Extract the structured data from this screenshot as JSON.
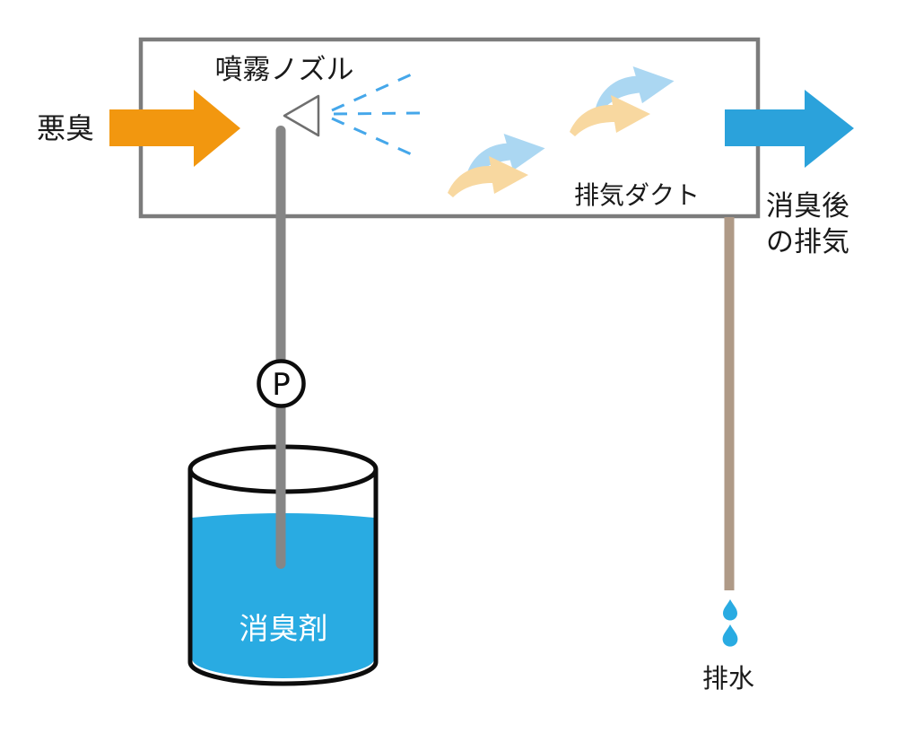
{
  "diagram": {
    "labels": {
      "odor_in": "悪臭",
      "spray_nozzle": "噴霧ノズル",
      "exhaust_duct": "排気ダクト",
      "clean_exhaust_line1": "消臭後",
      "clean_exhaust_line2": "の排気",
      "pump": "P",
      "deodorant": "消臭剤",
      "drain_water": "排水"
    },
    "colors": {
      "odor_arrow": "#F2970F",
      "clean_exhaust_arrow": "#2BA2DB",
      "liquid_blue": "#29ABE2",
      "spray_mist": "#45A7EA",
      "swirl_blue": "#ABD7F2",
      "swirl_orange": "#F8D8A0",
      "supply_pipe_gray": "#868686",
      "drain_pipe_tan": "#AF9A87",
      "duct_border_gray": "#7C7C7C",
      "nozzle_outline_gray": "#6F6F6F",
      "outline_black": "#0d0d0d",
      "droplet_blue": "#29ABE2"
    }
  }
}
